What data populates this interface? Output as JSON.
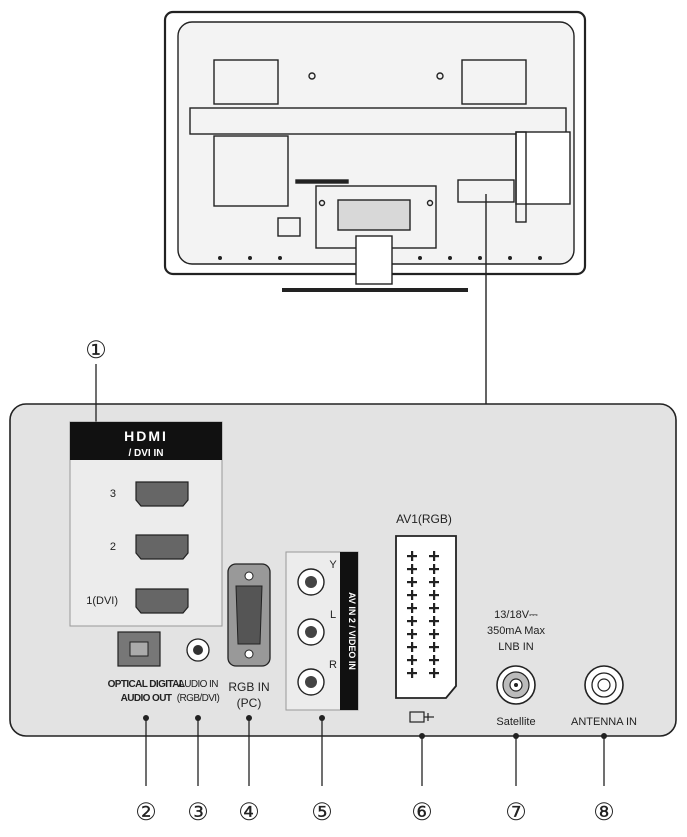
{
  "hdmi_panel": {
    "logo_text": "HDMI",
    "subtitle": "/ DVI IN",
    "port_labels": [
      "3",
      "2",
      "1(DVI)"
    ]
  },
  "ports": {
    "optical_line1": "OPTICAL DIGITAL",
    "optical_line2": "AUDIO OUT",
    "audio_in_line1": "AUDIO IN",
    "audio_in_line2": "(RGB/DVI)",
    "rgb_in_line1": "RGB IN",
    "rgb_in_line2": "(PC)",
    "av2_vertical": "AV IN 2 / VIDEO IN",
    "av2_y": "Y",
    "av2_l": "L",
    "av2_r": "R",
    "av1_label": "AV1(RGB)",
    "lnb_line1": "13/18V⎓",
    "lnb_line2": "350mA Max",
    "lnb_line3": "LNB IN",
    "satellite": "Satellite",
    "antenna": "ANTENNA IN"
  },
  "callouts": [
    "①",
    "②",
    "③",
    "④",
    "⑤",
    "⑥",
    "⑦",
    "⑧"
  ]
}
